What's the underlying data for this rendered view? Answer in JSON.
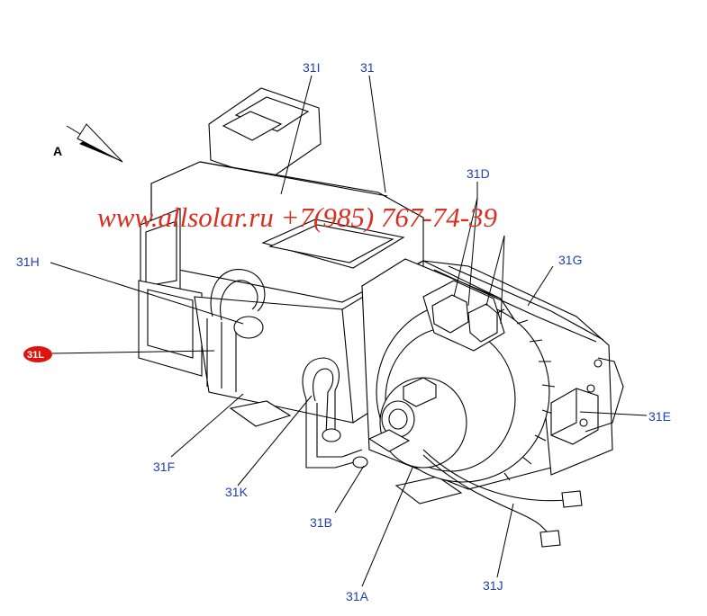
{
  "view_label": "A",
  "watermark": "www.allsolar.ru +7(985) 767-74-39",
  "highlight_color": "#e0140f",
  "callout_color": "#1f3fb5",
  "callouts": {
    "c31i": "31I",
    "c31": "31",
    "c31d": "31D",
    "c31h": "31H",
    "c31g": "31G",
    "c31l": "31L",
    "c31e": "31E",
    "c31f": "31F",
    "c31k": "31K",
    "c31b": "31B",
    "c31j": "31J",
    "c31a": "31A"
  }
}
